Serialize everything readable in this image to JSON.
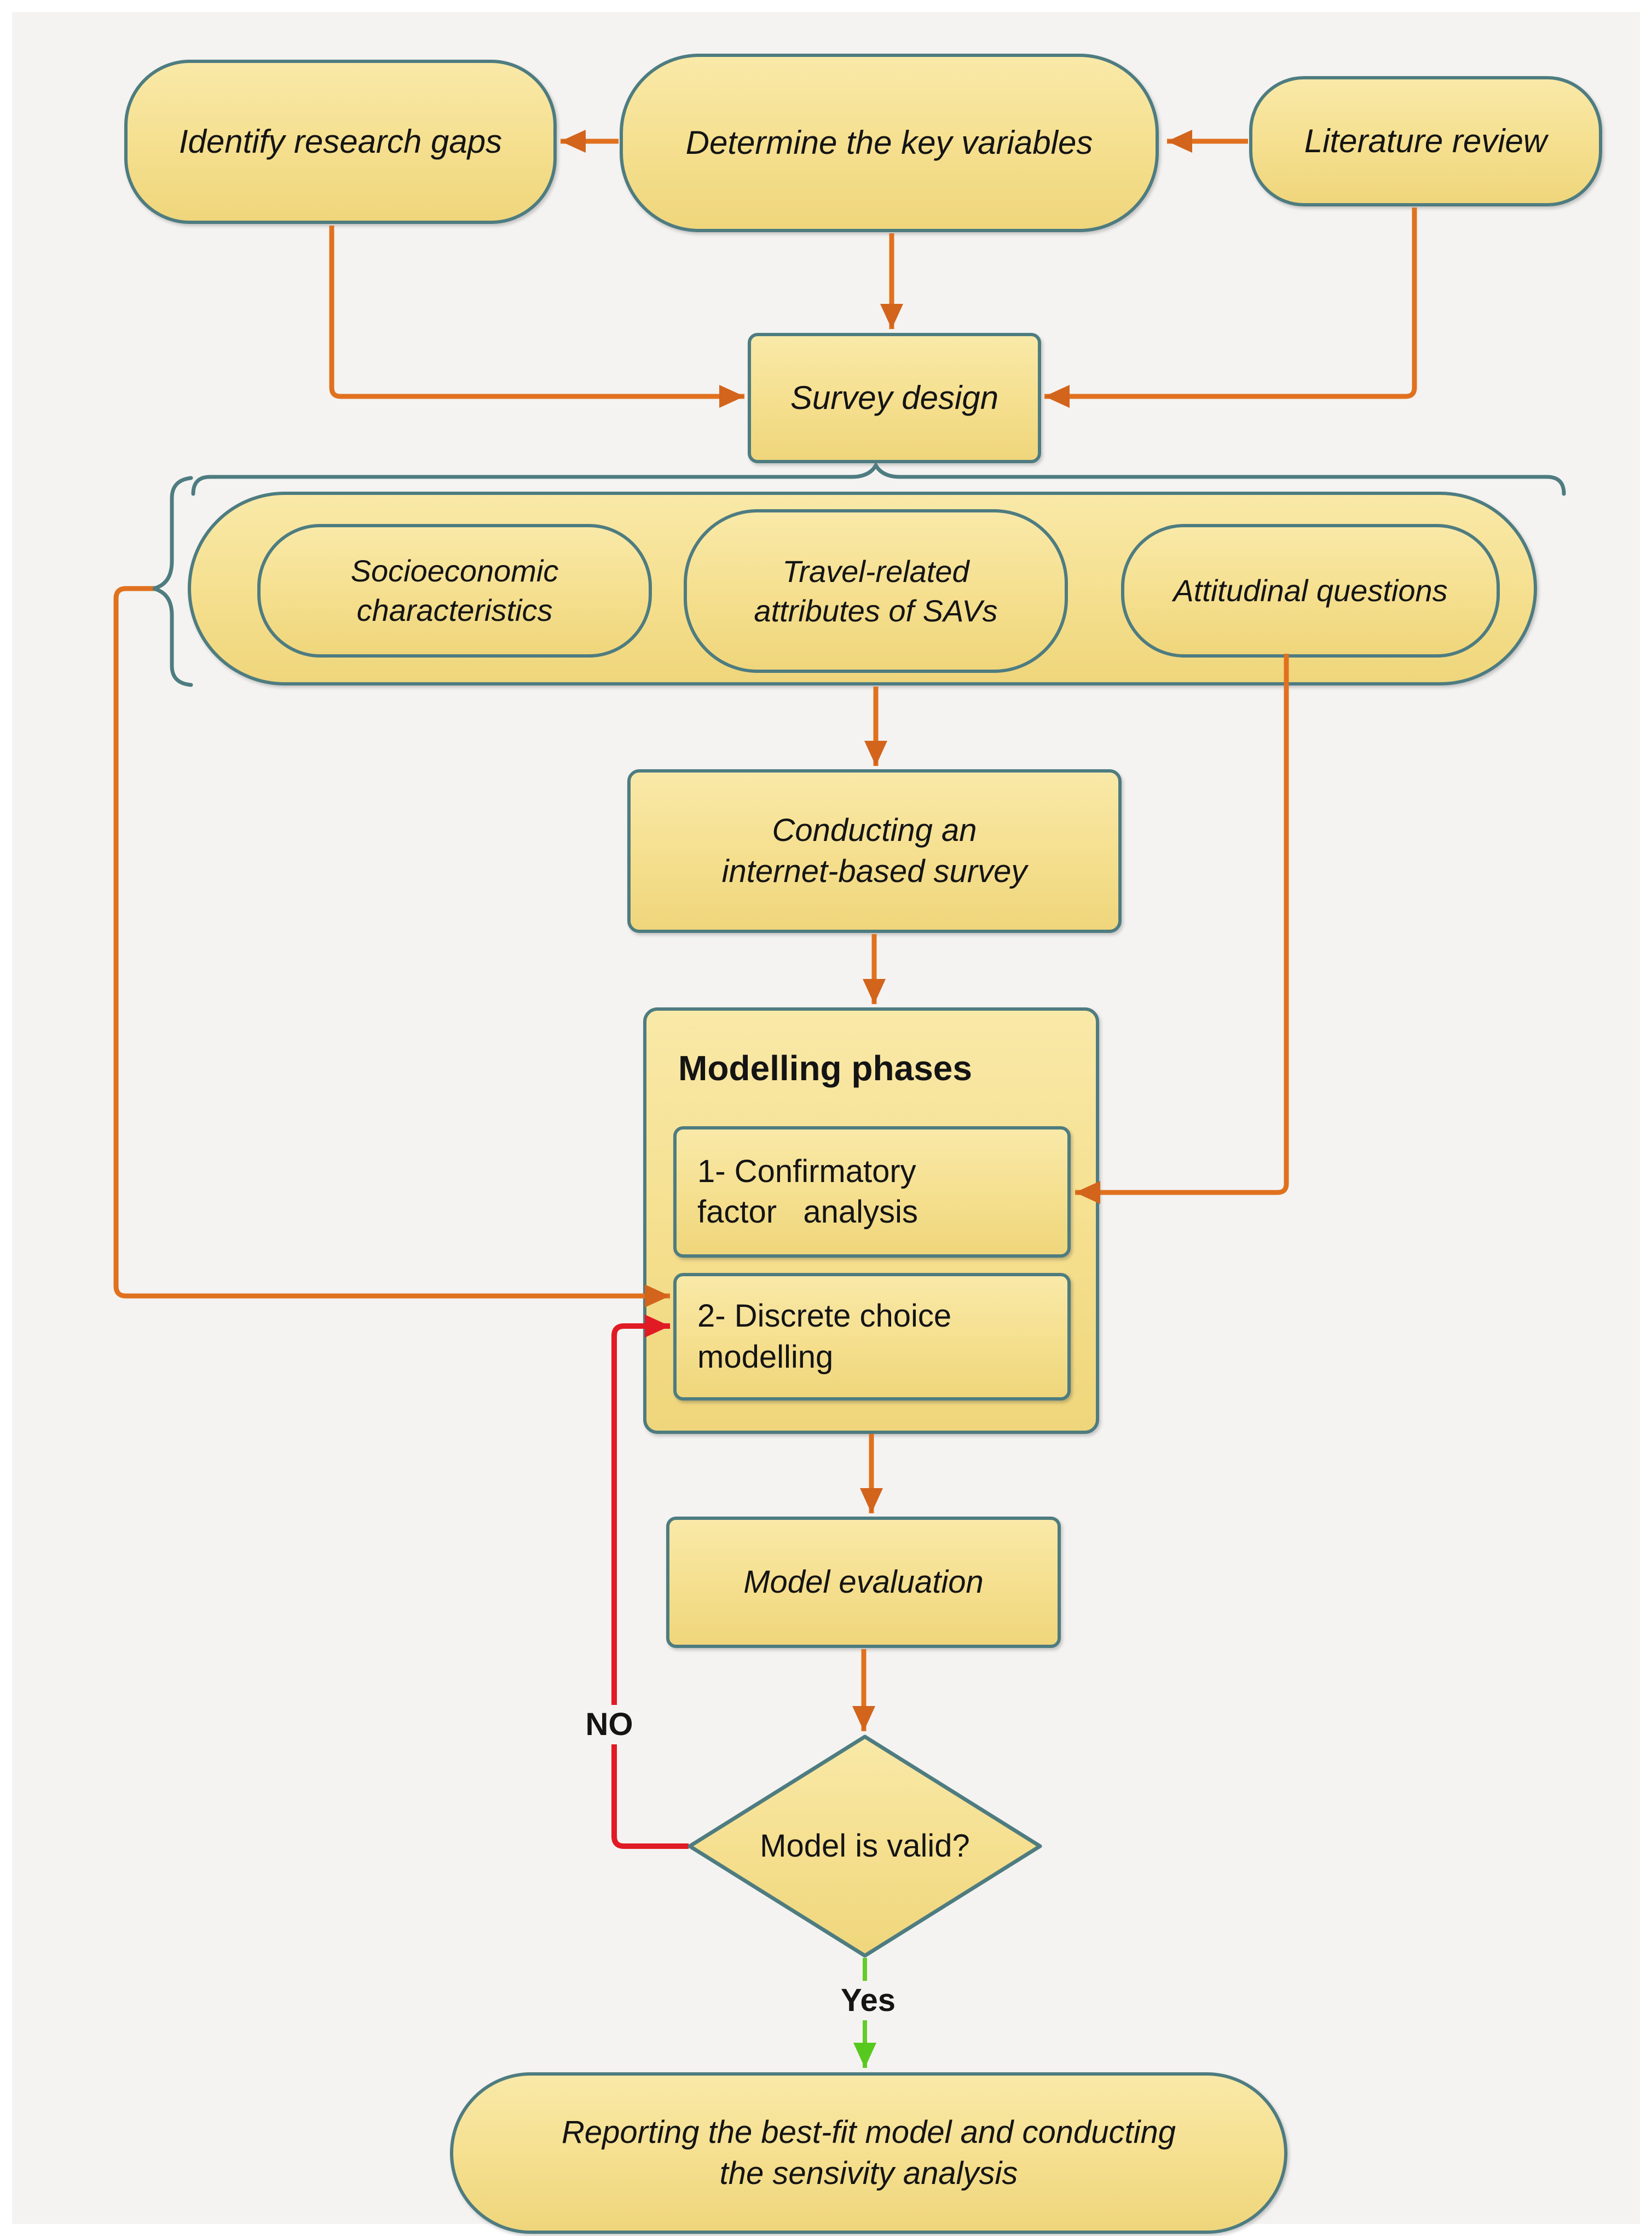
{
  "nodes": {
    "identify": {
      "label": "Identify research gaps"
    },
    "determine": {
      "label": "Determine the key variables"
    },
    "literature": {
      "label": "Literature review"
    },
    "survey": {
      "label": "Survey design"
    },
    "socioeconomic": {
      "label": "Socioeconomic\ncharacteristics"
    },
    "travel": {
      "label": "Travel-related\nattributes of SAVs"
    },
    "attitudinal": {
      "label": "Attitudinal questions"
    },
    "conducting": {
      "label": "Conducting an\ninternet-based survey"
    },
    "modelling": {
      "heading": "Modelling phases",
      "phase1": "1- Confirmatory\nfactor   analysis",
      "phase2": "2- Discrete choice\nmodelling"
    },
    "evaluation": {
      "label": "Model evaluation"
    },
    "decision": {
      "label": "Model is valid?"
    },
    "reporting": {
      "label": "Reporting the best-fit model and conducting\nthe sensivity analysis"
    }
  },
  "edges": {
    "no_label": "NO",
    "yes_label": "Yes"
  },
  "colors": {
    "background": "#f4f3f1",
    "node_fill": "#f5df8e",
    "node_border": "#4e7c80",
    "arrow_orange": "#e0711f",
    "arrowhead_orange": "#d2641c",
    "arrow_red": "#e01b24",
    "arrow_green": "#62cc29",
    "text": "#141414"
  }
}
